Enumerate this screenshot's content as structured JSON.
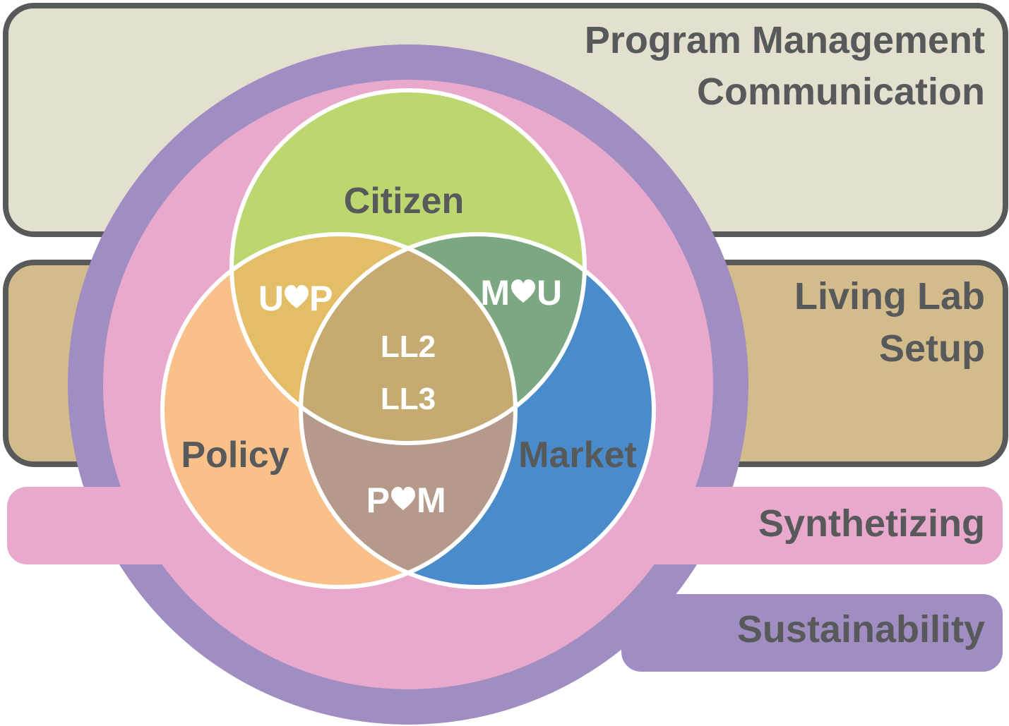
{
  "bands": {
    "program": {
      "line1": "Program Management",
      "line2": "Communication"
    },
    "living_lab": {
      "line1": "Living Lab",
      "line2": "Setup"
    },
    "synthetizing": {
      "label": "Synthetizing"
    },
    "sustainability": {
      "label": "Sustainability"
    }
  },
  "circles": {
    "citizen": "Citizen",
    "policy": "Policy",
    "market": "Market"
  },
  "intersections": {
    "citizen_policy": {
      "left": "U",
      "right": "P"
    },
    "market_citizen": {
      "left": "M",
      "right": "U"
    },
    "policy_market": {
      "left": "P",
      "right": "M"
    },
    "center": {
      "line1": "LL2",
      "line2": "LL3"
    }
  },
  "colors": {
    "program_band": "#e3e0cf",
    "living_lab_band": "#d3bc8c",
    "synthetizing": "#e8a9cc",
    "sustainability": "#a08dc2",
    "citizen": "#bcd770",
    "policy": "#f9c08a",
    "market": "#4a8ccb",
    "citizen_policy": "#e3be66",
    "market_citizen": "#7ba883",
    "policy_market": "#b59a8c",
    "center": "#c5ab72",
    "border": "#58595b",
    "text": "#58595b"
  },
  "icons": [
    "heart-icon"
  ]
}
